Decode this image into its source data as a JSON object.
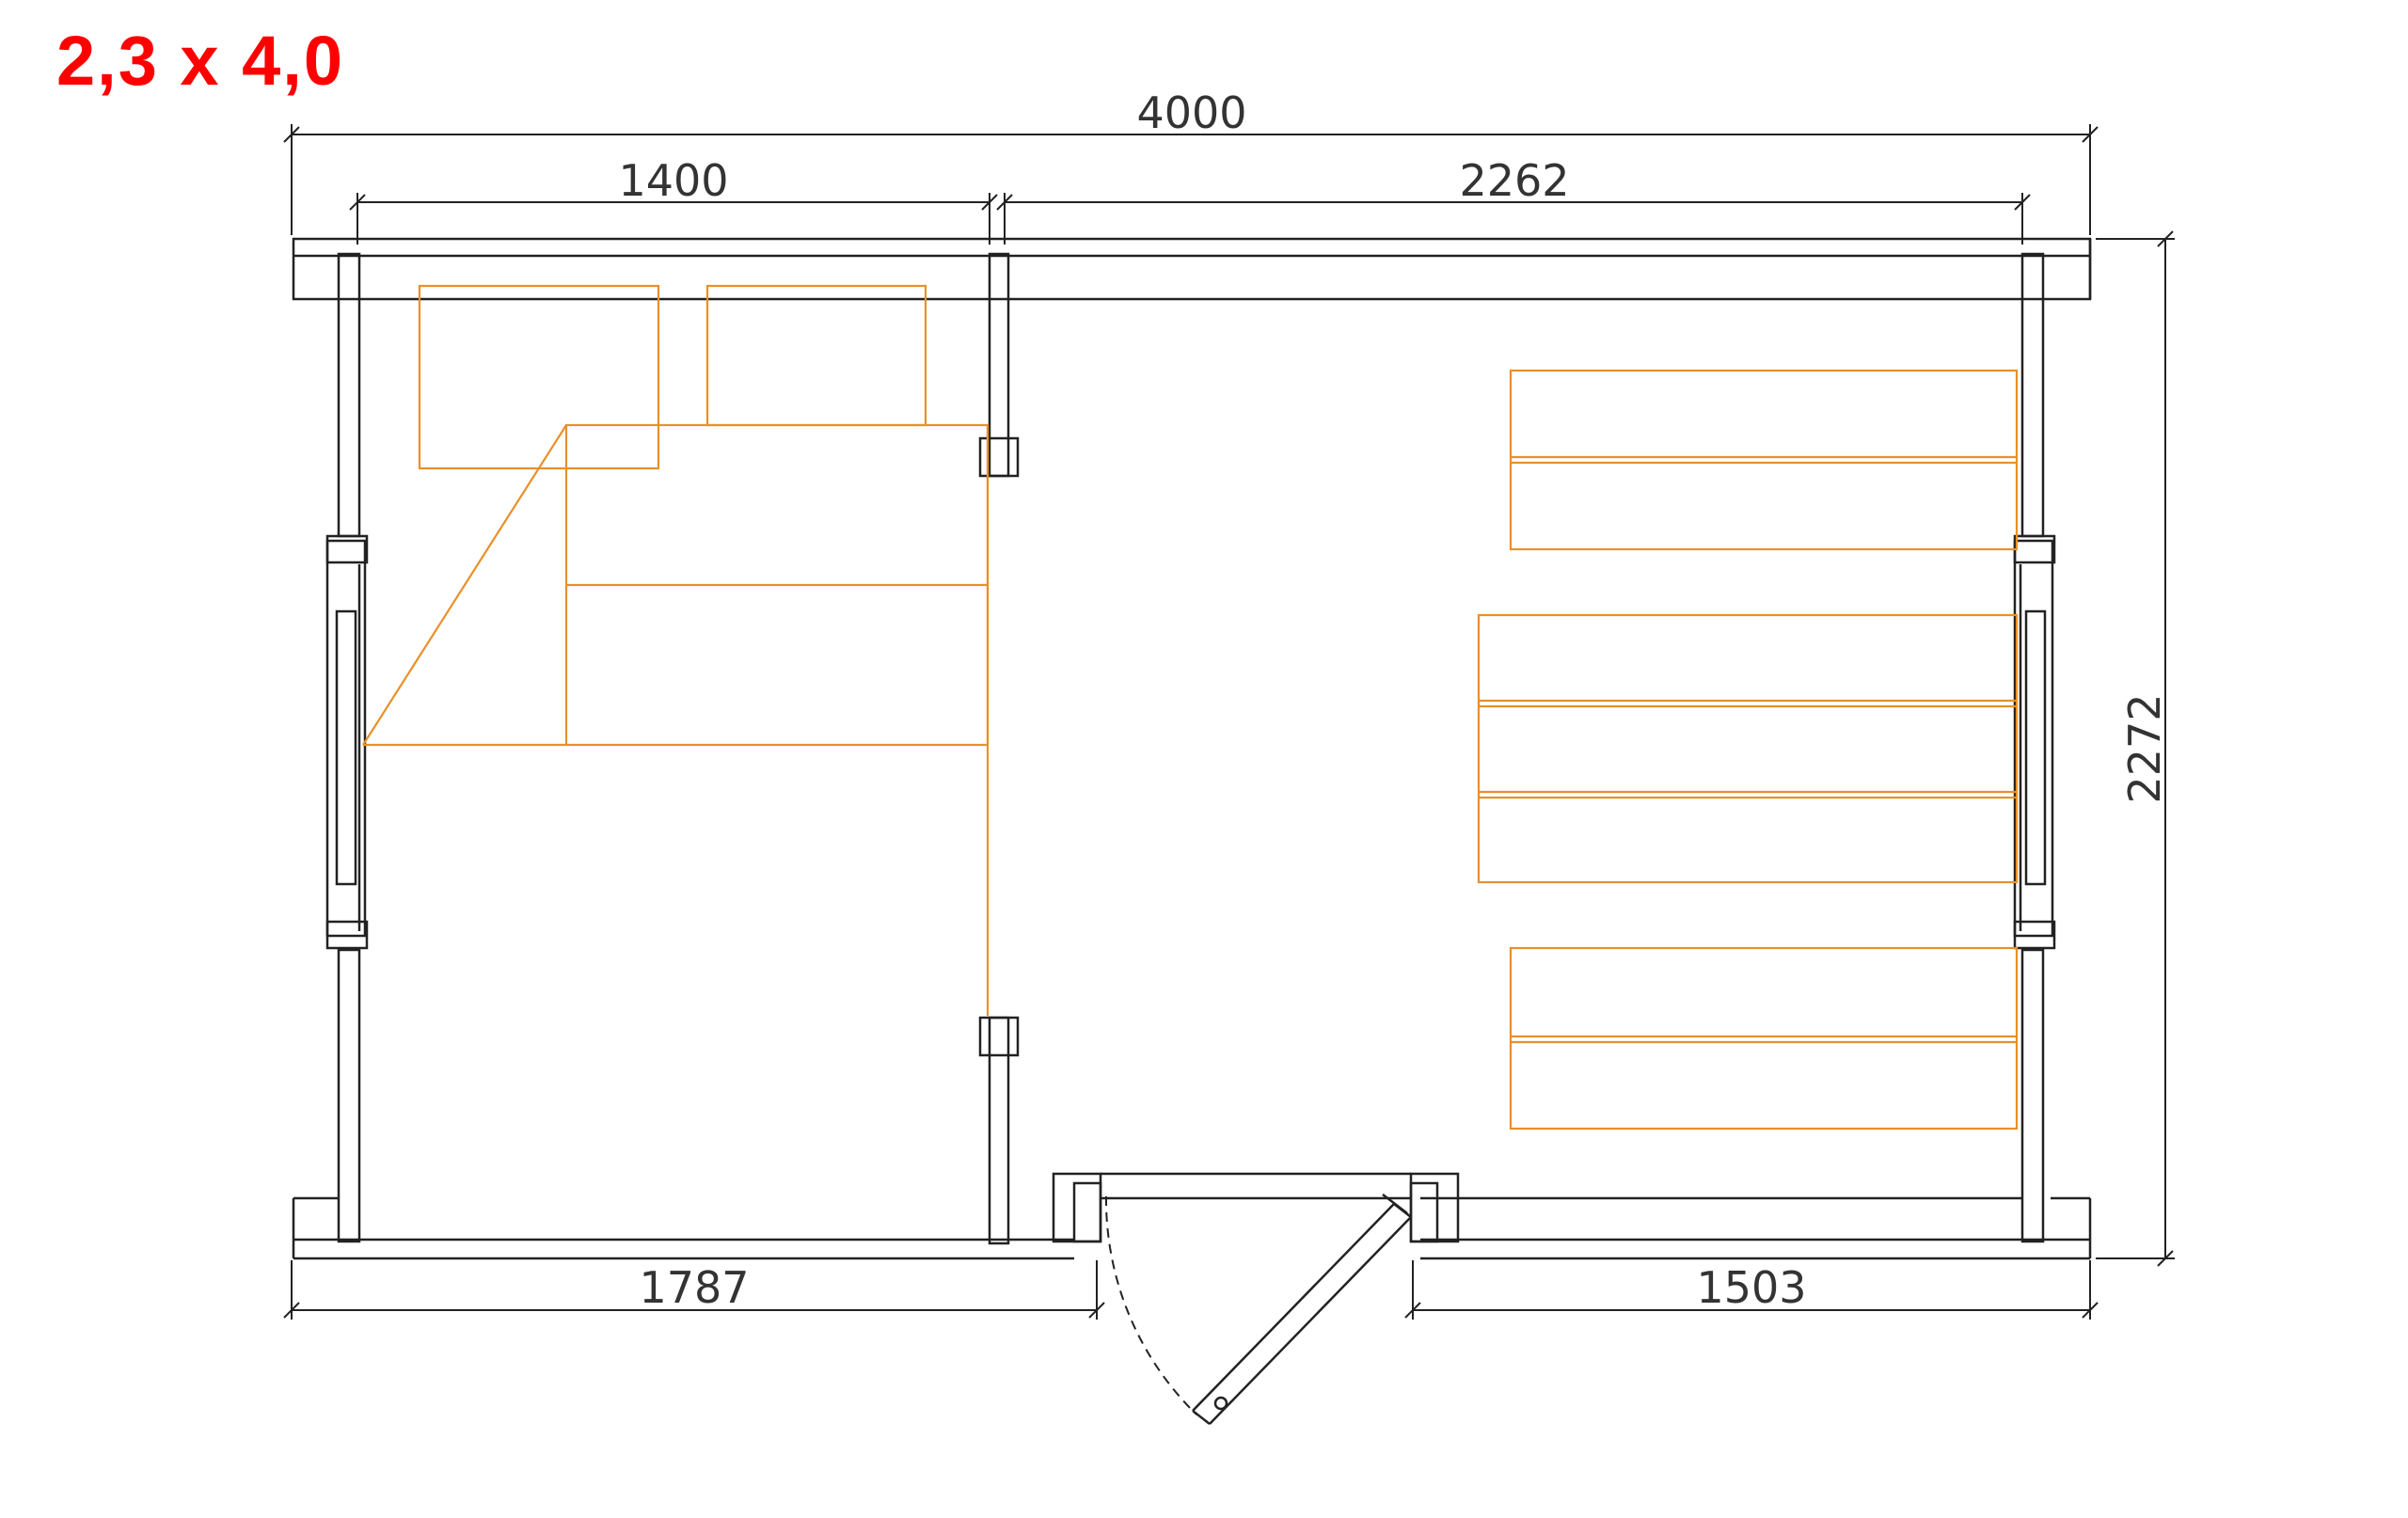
{
  "title": "2,3 x 4,0",
  "dimensions": {
    "total_width": "4000",
    "left_room_width": "1400",
    "right_room_width": "2262",
    "bottom_left": "1787",
    "bottom_right": "1503",
    "depth": "2272"
  },
  "colors": {
    "title": "#ff0000",
    "furniture": "#e8902a",
    "lines": "#222222"
  }
}
